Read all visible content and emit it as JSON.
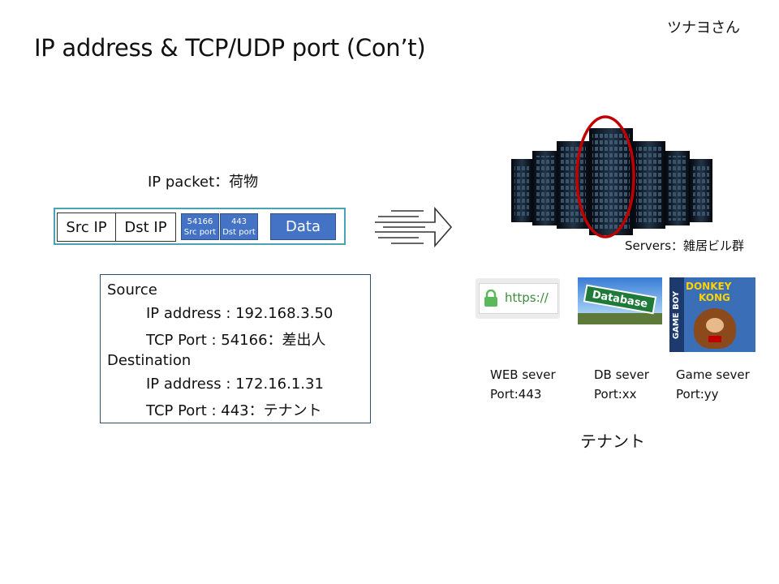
{
  "slide": {
    "author": "ツナヨさん",
    "title": "IP address & TCP/UDP port   (Con’t)"
  },
  "packet": {
    "label": "IP packet：荷物",
    "src_ip": "Src IP",
    "dst_ip": "Dst IP",
    "src_port": {
      "value": "54166",
      "label": "Src port"
    },
    "dst_port": {
      "value": "443",
      "label": "Dst port"
    },
    "data": "Data"
  },
  "info": {
    "source_heading": "Source",
    "source_ip": "IP address : 192.168.3.50",
    "source_port": "TCP Port : 54166：差出人",
    "destination_heading": "Destination",
    "destination_ip": "IP address : 172.16.1.31",
    "destination_port": "TCP Port : 443：テナント"
  },
  "servers": {
    "label": "Servers：雑居ビル群",
    "web": {
      "image_text": "https://",
      "name": "WEB sever",
      "port": "Port:443"
    },
    "db": {
      "image_text": "Database",
      "name": "DB sever",
      "port": "Port:xx"
    },
    "game": {
      "image_text_1": "GAME BOY",
      "image_text_2": "DONKEY",
      "image_text_3": "KONG",
      "name": "Game sever",
      "port": "Port:yy"
    },
    "tenant_label": "テナント"
  },
  "colors": {
    "packet_border": "#4aa3b2",
    "blue_box": "#4472c4",
    "highlight": "#c00000",
    "lock_green": "#5cb85c"
  }
}
